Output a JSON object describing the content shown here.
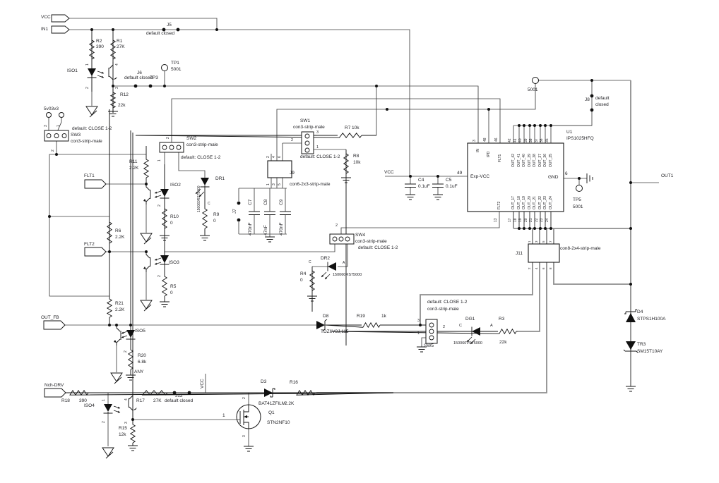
{
  "ports": {
    "vcc": "VCC",
    "in1": "IN1",
    "flt1": "FLT1",
    "flt2": "FLT2",
    "out_fb": "OUT_FB",
    "nch_drv": "Nch-DRV",
    "out1": "OUT1"
  },
  "nets": {
    "v5": "5v03v3",
    "vcc_rail": "VCC",
    "vcc_stub": "VCC",
    "any": "ANY"
  },
  "resistors": {
    "r1": {
      "ref": "R1",
      "val": "27K"
    },
    "r2": {
      "ref": "R2",
      "val": "390"
    },
    "r3": {
      "ref": "R3",
      "val": "22k"
    },
    "r4": {
      "ref": "R4",
      "val": "0"
    },
    "r5": {
      "ref": "R5",
      "val": "0"
    },
    "r6": {
      "ref": "R6",
      "val": "2.2K"
    },
    "r7": {
      "ref": "R7",
      "val": "10k"
    },
    "r8": {
      "ref": "R8",
      "val": "10k"
    },
    "r9": {
      "ref": "R9",
      "val": "0"
    },
    "r10": {
      "ref": "R10",
      "val": "0"
    },
    "r11": {
      "ref": "R11",
      "val": "2.2K"
    },
    "r12": {
      "ref": "R12",
      "val": "22k"
    },
    "r15": {
      "ref": "R15",
      "val": "12k"
    },
    "r16": {
      "ref": "R16",
      "val": "2.2K"
    },
    "r17": {
      "ref": "R17",
      "val": "27K"
    },
    "r18": {
      "ref": "R18",
      "val": "390"
    },
    "r19": {
      "ref": "R19",
      "val": "1k"
    },
    "r20": {
      "ref": "R20",
      "val": "6.8k"
    },
    "r21": {
      "ref": "R21",
      "val": "2.2K"
    }
  },
  "capacitors": {
    "c4": {
      "ref": "C4",
      "val": "0.1uF"
    },
    "c5": {
      "ref": "C5",
      "val": "0.1uF"
    },
    "c7": {
      "ref": "C7",
      "val": "470nF"
    },
    "c8": {
      "ref": "C8",
      "val": "47nF"
    },
    "c9": {
      "ref": "C9",
      "val": "470nF"
    }
  },
  "diodes": {
    "d3": {
      "ref": "D3",
      "part": "BAT41ZFILM"
    },
    "d4": {
      "ref": "D4",
      "part": "STPS1H100A"
    },
    "d8": {
      "ref": "D8",
      "part": "TDZ6V2J,115"
    },
    "tr3": {
      "ref": "TR3",
      "part": "SM15T10AY"
    }
  },
  "leds": {
    "dr1": {
      "ref": "DR1",
      "part": "150060RS75000",
      "c": "C"
    },
    "dr2": {
      "ref": "DR2",
      "part": "150060RS75000",
      "c": "C",
      "a": "A"
    },
    "dg1": {
      "ref": "DG1",
      "part": "150060VS75000",
      "c": "C",
      "a": "A"
    }
  },
  "optos": {
    "iso1": {
      "ref": "ISO1",
      "p1": "1",
      "p2": "2",
      "p4": "4",
      "p3": "3"
    },
    "iso2": {
      "ref": "ISO2",
      "p1": "1",
      "p2": "2"
    },
    "iso3": {
      "ref": "ISO3",
      "p2": "2"
    },
    "iso4": {
      "ref": "ISO4",
      "p1": "1",
      "p2": "2",
      "p4": "4",
      "p3": "3"
    },
    "iso5": {
      "ref": "ISO5",
      "p2": "2"
    }
  },
  "q1": {
    "ref": "Q1",
    "part": "STN2NF10",
    "g": "1",
    "d": "2",
    "s": "3"
  },
  "u1": {
    "ref": "U1",
    "part": "IPS1025HFQ",
    "pins": {
      "in": {
        "name": "IN",
        "num": "3"
      },
      "ipd": {
        "name": "IPD",
        "num": "48"
      },
      "flt1": {
        "name": "FLT1",
        "num": "46"
      },
      "exp": {
        "name": "Exp-VCC",
        "num": "49"
      },
      "gnd": {
        "name": "GND",
        "num": "6"
      },
      "flt2": {
        "name": "FLT2",
        "num": "13"
      }
    },
    "out_top": [
      {
        "name": "OUT_42",
        "num": "42"
      },
      {
        "name": "OUT_41",
        "num": "41"
      },
      {
        "name": "OUT_40",
        "num": "40"
      },
      {
        "name": "OUT_39",
        "num": "39"
      },
      {
        "name": "OUT_38",
        "num": "38"
      },
      {
        "name": "OUT_37",
        "num": "37"
      },
      {
        "name": "OUT_36",
        "num": "36"
      },
      {
        "name": "OUT_35",
        "num": "35"
      }
    ],
    "out_bot": [
      {
        "name": "OUT_17",
        "num": "17"
      },
      {
        "name": "OUT_18",
        "num": "18"
      },
      {
        "name": "OUT_19",
        "num": "19"
      },
      {
        "name": "OUT_20",
        "num": "20"
      },
      {
        "name": "OUT_21",
        "num": "21"
      },
      {
        "name": "OUT_22",
        "num": "22"
      },
      {
        "name": "OUT_23",
        "num": "23"
      },
      {
        "name": "OUT_24",
        "num": "24"
      }
    ]
  },
  "switches": {
    "sw1": {
      "ref": "SW1",
      "type": "con3-strip-male",
      "note": "default: CLOSE 1-2",
      "p1": "1",
      "p2": "2",
      "p3": "3"
    },
    "sw2": {
      "ref": "SW2",
      "type": "con3-strip-male",
      "note": "default: CLOSE 1-2",
      "p2": "2"
    },
    "sw3": {
      "ref": "SW3",
      "type": "con3-strip-male",
      "note": "default: CLOSE 1-2",
      "p1": "1",
      "p2": "2",
      "p3": "3"
    },
    "sw4": {
      "ref": "SW4",
      "type": "con3-strip-male",
      "note": "default: CLOSE 1-2",
      "p2": "2"
    },
    "sw5": {
      "ref": "SW5",
      "type": "con3-strip-male",
      "note": "default: CLOSE 1-2",
      "p1": "1",
      "p2": "2",
      "p3": "3"
    }
  },
  "j9": {
    "ref": "J9",
    "type": "con6-2x3-strip-male",
    "p1": "1",
    "p2": "2",
    "p3": "3",
    "p4": "4",
    "p5": "5",
    "p6": "6"
  },
  "j11": {
    "ref": "J11",
    "type": "con8-2x4-strip-male",
    "p1": "1",
    "p2": "2",
    "p3": "3",
    "p4": "4",
    "p5": "5",
    "p6": "6",
    "p7": "7",
    "p8": "8"
  },
  "jumpers": {
    "j5": {
      "ref": "J5",
      "note": "default closed"
    },
    "j6": {
      "ref": "J6",
      "note": "default closed"
    },
    "j7": {
      "ref": "J7"
    },
    "j8": {
      "ref": "J8",
      "note1": "default",
      "note2": "closed"
    },
    "j12": {
      "ref": "J12",
      "note": "default closed"
    }
  },
  "testpoints": {
    "tp1": {
      "ref": "TP1",
      "val": "5001"
    },
    "tp3": {
      "ref": "TP3"
    },
    "tp5": {
      "ref": "TP5",
      "val": "5001"
    },
    "tp_top": {
      "val": "5001"
    }
  }
}
